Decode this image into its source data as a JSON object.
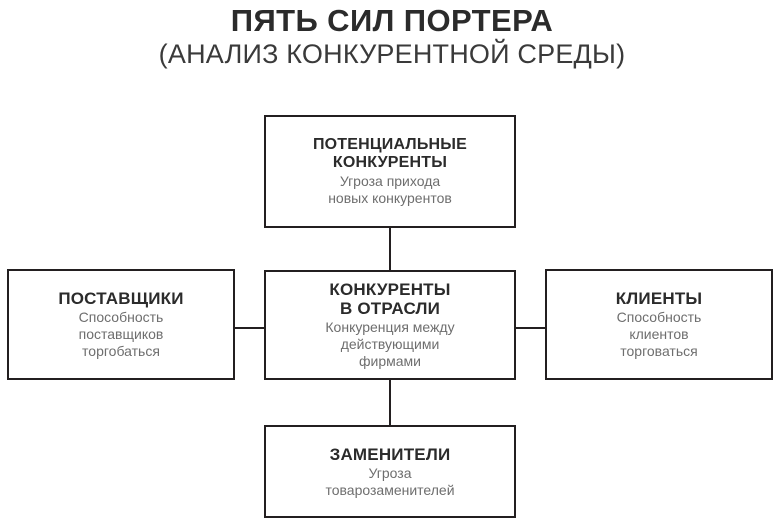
{
  "header": {
    "title": "ПЯТЬ СИЛ ПОРТЕРА",
    "subtitle": "(АНАЛИЗ КОНКУРЕНТНОЙ СРЕДЫ)"
  },
  "diagram": {
    "type": "five-forces",
    "nodes": {
      "entrants": {
        "title": "ПОТЕНЦИАЛЬНЫЕ\nКОНКУРЕНТЫ",
        "description": "Угроза прихода\nновых конкурентов"
      },
      "suppliers": {
        "title": "ПОСТАВЩИКИ",
        "description": "Способность\nпоставщиков\nторгобаться"
      },
      "rivalry": {
        "title": "КОНКУРЕНТЫ\nВ ОТРАСЛИ",
        "description": "Конкуренция между\nдействующими\nфирмами"
      },
      "customers": {
        "title": "КЛИЕНТЫ",
        "description": "Способность\nклиентов\nторговаться"
      },
      "substitutes": {
        "title": "ЗАМЕНИТЕЛИ",
        "description": "Угроза\nтоварозаменителей"
      }
    }
  },
  "colors": {
    "background": "#ffffff",
    "border": "#231f20",
    "title_text": "#2b2b2b",
    "description_text": "#6e6e6e"
  }
}
